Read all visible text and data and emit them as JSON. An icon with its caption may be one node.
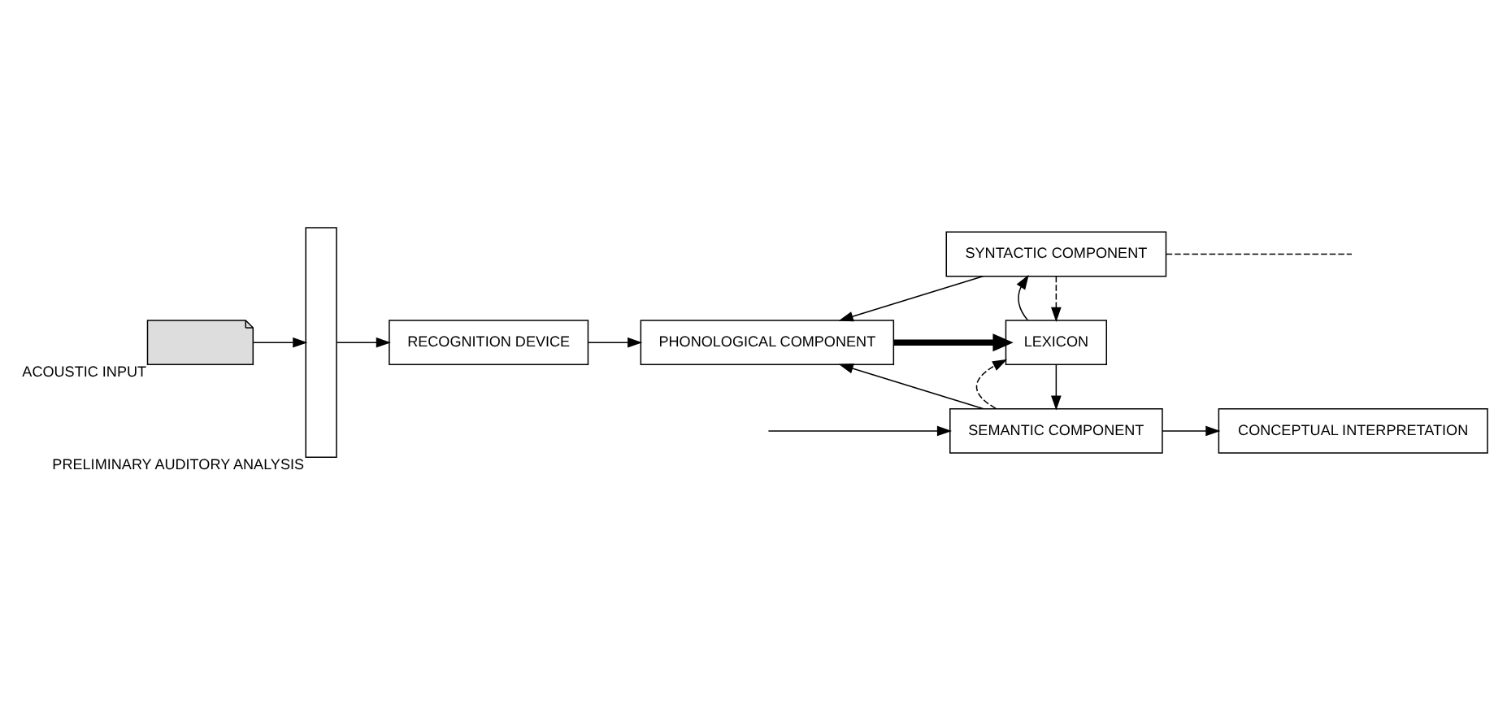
{
  "diagram": {
    "nodes": [
      {
        "text": [],
        "shape": "picture",
        "beside": [
          "ACOUSTIC INPUT"
        ]
      },
      {
        "text": [
          "PRELIMINARY AUDITORY ANALYSIS"
        ]
      },
      {
        "text": [
          "RECOGNITION DEVICE"
        ]
      },
      {
        "text": [
          "PHONOLOGICAL COMPONENT"
        ]
      },
      {
        "text": [
          "SYNTACTIC COMPONENT"
        ]
      },
      {
        "text": [
          "LEXICON"
        ]
      },
      {
        "text": [
          "SEMANTIC COMPONENT"
        ]
      },
      {
        "text": [
          "CONCEPTUAL INTERPRETATION"
        ]
      }
    ],
    "edges": [
      {
        "from": 0,
        "to": 1,
        "arrow": "to"
      },
      {
        "from": 1,
        "to": 2,
        "arrow": "to"
      },
      {
        "from": 2,
        "to": 3,
        "arrow": "to"
      },
      {
        "from": 3,
        "to": 5,
        "arrow": "to",
        "style": "thick"
      },
      {
        "from": 4,
        "to": 3,
        "arrow": "to"
      },
      {
        "from": 4,
        "to": 5,
        "arrow": "to",
        "style": "dashed"
      },
      {
        "from": 5,
        "to": 4,
        "arrow": "to"
      },
      {
        "from": 5,
        "to": 6,
        "arrow": "to"
      },
      {
        "from": 6,
        "to": 5,
        "arrow": "to",
        "style": "dashed"
      },
      {
        "from": 6,
        "to": 3,
        "arrow": "to"
      },
      {
        "from": 6,
        "to": 7,
        "arrow": "to"
      },
      {
        "from": 4,
        "to": null,
        "arrow": "none",
        "style": "dashed"
      },
      {
        "from": null,
        "to": 6,
        "arrow": "to"
      }
    ]
  }
}
